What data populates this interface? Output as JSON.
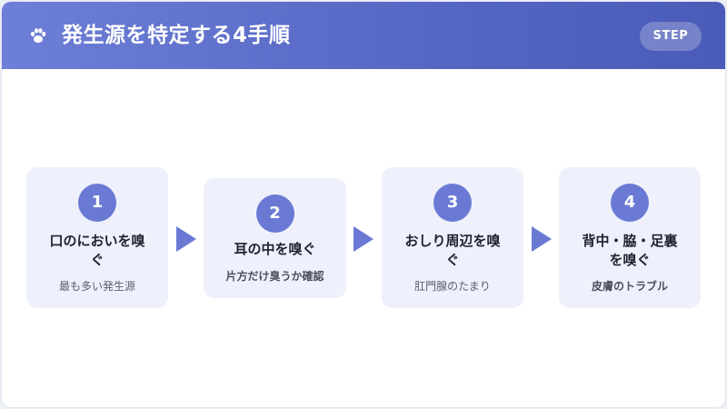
{
  "header": {
    "title": "発生源を特定する4手順",
    "badge": "STEP",
    "icon": "paw-icon"
  },
  "colors": {
    "header_start": "#6d7fd6",
    "header_end": "#4a5bb8",
    "accent": "#6a7ad4",
    "step_bg": "#eef0fb"
  },
  "steps": [
    {
      "number": "1",
      "title_line1": "口のにおいを嗅",
      "title_line2": "ぐ",
      "subtitle": "最も多い発生源"
    },
    {
      "number": "2",
      "title_line1": "耳の中を嗅ぐ",
      "title_line2": "",
      "subtitle": "片方だけ臭うか確認"
    },
    {
      "number": "3",
      "title_line1": "おしり周辺を嗅",
      "title_line2": "ぐ",
      "subtitle": "肛門腺のたまり"
    },
    {
      "number": "4",
      "title_line1": "背中・脇・足裏",
      "title_line2": "を嗅ぐ",
      "subtitle": "皮膚のトラブル"
    }
  ]
}
